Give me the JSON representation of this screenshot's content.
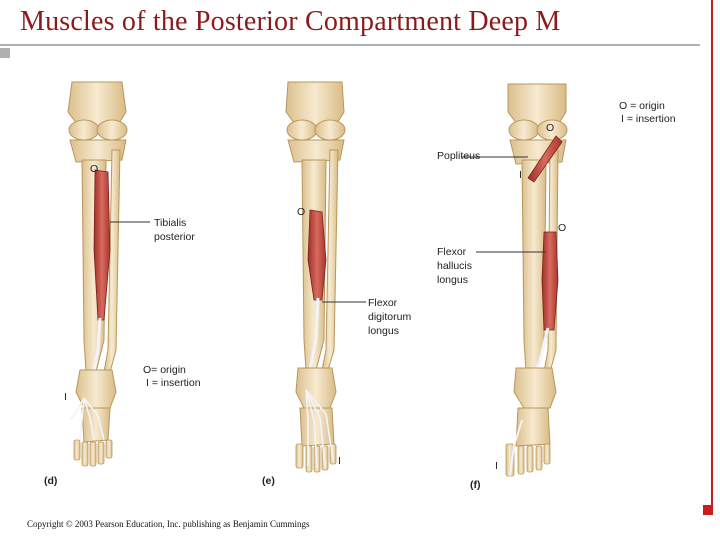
{
  "title": "Muscles of the Posterior Compartment Deep M",
  "copyright": "Copyright © 2003 Pearson Education, Inc. publishing as Benjamin Cummings",
  "panels": {
    "d": {
      "letter": "(d)",
      "origin_marker": "O",
      "insertion_marker": "I",
      "muscle_label": [
        "Tibialis",
        "posterior"
      ],
      "key": [
        "O= origin",
        "I = insertion"
      ]
    },
    "e": {
      "letter": "(e)",
      "origin_marker": "O",
      "insertion_marker": "I",
      "muscle_label": [
        "Flexor",
        "digitorum",
        "longus"
      ]
    },
    "f": {
      "letter": "(f)",
      "origin_marker_popliteus": "O",
      "insertion_marker_popliteus": "I",
      "origin_marker_flexor": "O",
      "insertion_marker_flexor": "I",
      "popliteus_label": "Popliteus",
      "muscle_label": [
        "Flexor",
        "hallucis",
        "longus"
      ],
      "key": [
        "O = origin",
        "I  = insertion"
      ]
    }
  },
  "colors": {
    "title": "#8b1a1a",
    "bone": "#f2dfb8",
    "bone_outline": "#b7975c",
    "muscle": "#c0493f",
    "tendon": "#f4f4f8",
    "accent_rule": "#c81e1e"
  }
}
